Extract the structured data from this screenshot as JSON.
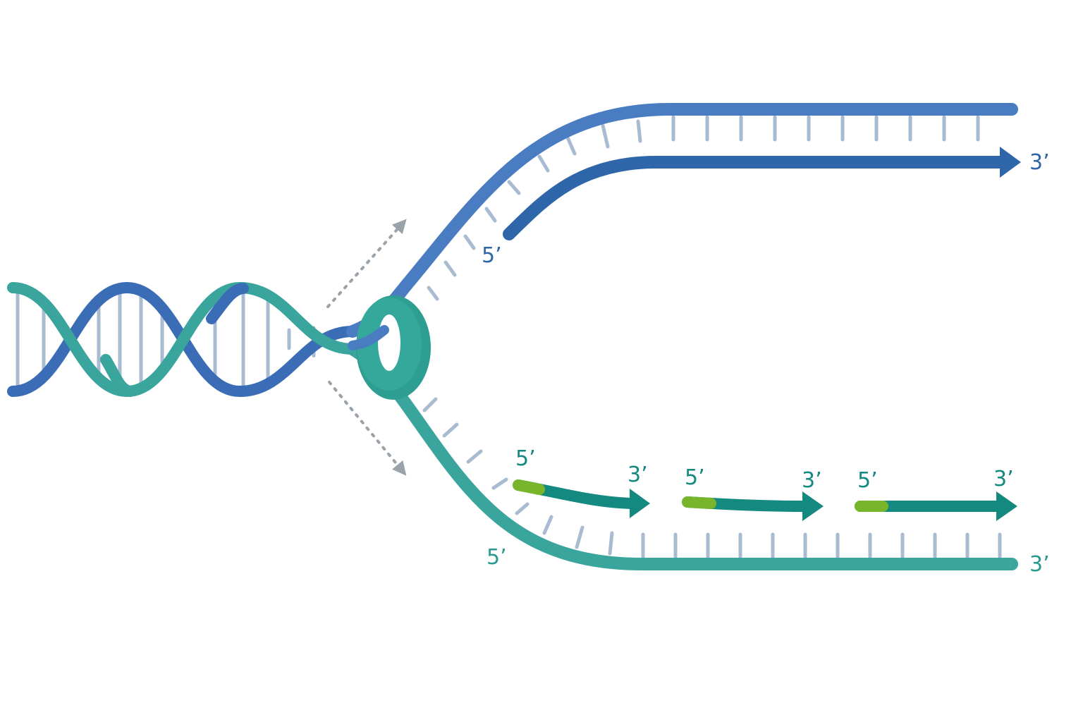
{
  "colors": {
    "blue": "#3A6DB5",
    "blue_dark": "#2F65A9",
    "teal": "#3AA59C",
    "teal_dark": "#14897F",
    "rung": "#A9BBD1",
    "primer": "#79B52A",
    "arrow_gray": "#9AA2AA"
  },
  "icons": {
    "helicase": "ring-icon",
    "movement": "dotted-arrow-icon"
  },
  "labels": {
    "leading_3": "3’",
    "leading_5": "5’",
    "lagging_template_5": "5’",
    "lagging_template_3": "3’",
    "okazaki": [
      {
        "five": "5’",
        "three": "3’"
      },
      {
        "five": "5’",
        "three": "3’"
      },
      {
        "five": "5’",
        "three": "3’"
      }
    ]
  }
}
